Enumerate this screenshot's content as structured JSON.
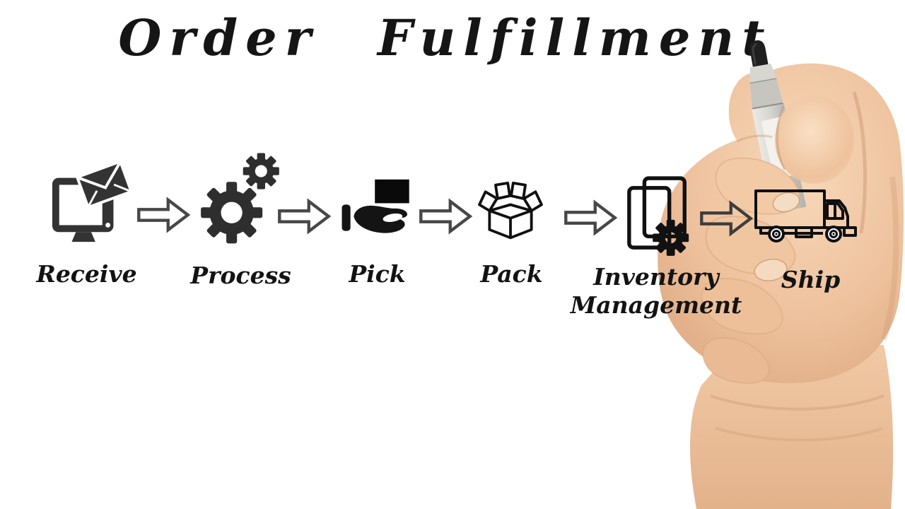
{
  "title": "Order Fulfillment",
  "diagram": {
    "steps": [
      {
        "label": "Receive",
        "icon": "computer-email-icon"
      },
      {
        "label": "Process",
        "icon": "gears-icon"
      },
      {
        "label": "Pick",
        "icon": "hand-holding-box-icon"
      },
      {
        "label": "Pack",
        "icon": "open-box-icon"
      },
      {
        "label": "Inventory Management",
        "icon": "documents-gear-icon"
      },
      {
        "label": "Ship",
        "icon": "delivery-truck-icon"
      }
    ],
    "connector_icon": "arrow-right-icon",
    "connector_count": 5
  },
  "photo": {
    "subject_icon": "hand-holding-marker"
  },
  "colors": {
    "background": "#ffffff",
    "ink": "#151515",
    "icon_fill": "#333333",
    "outline_icon": "#0f0f0f",
    "arrow_outline": "#474747",
    "skin_light": "#f6d6b6",
    "skin_mid": "#eec19c",
    "skin_shadow": "#d9a47c",
    "marker_body": "#d8d6d1",
    "marker_tip": "#1f1f1f"
  }
}
